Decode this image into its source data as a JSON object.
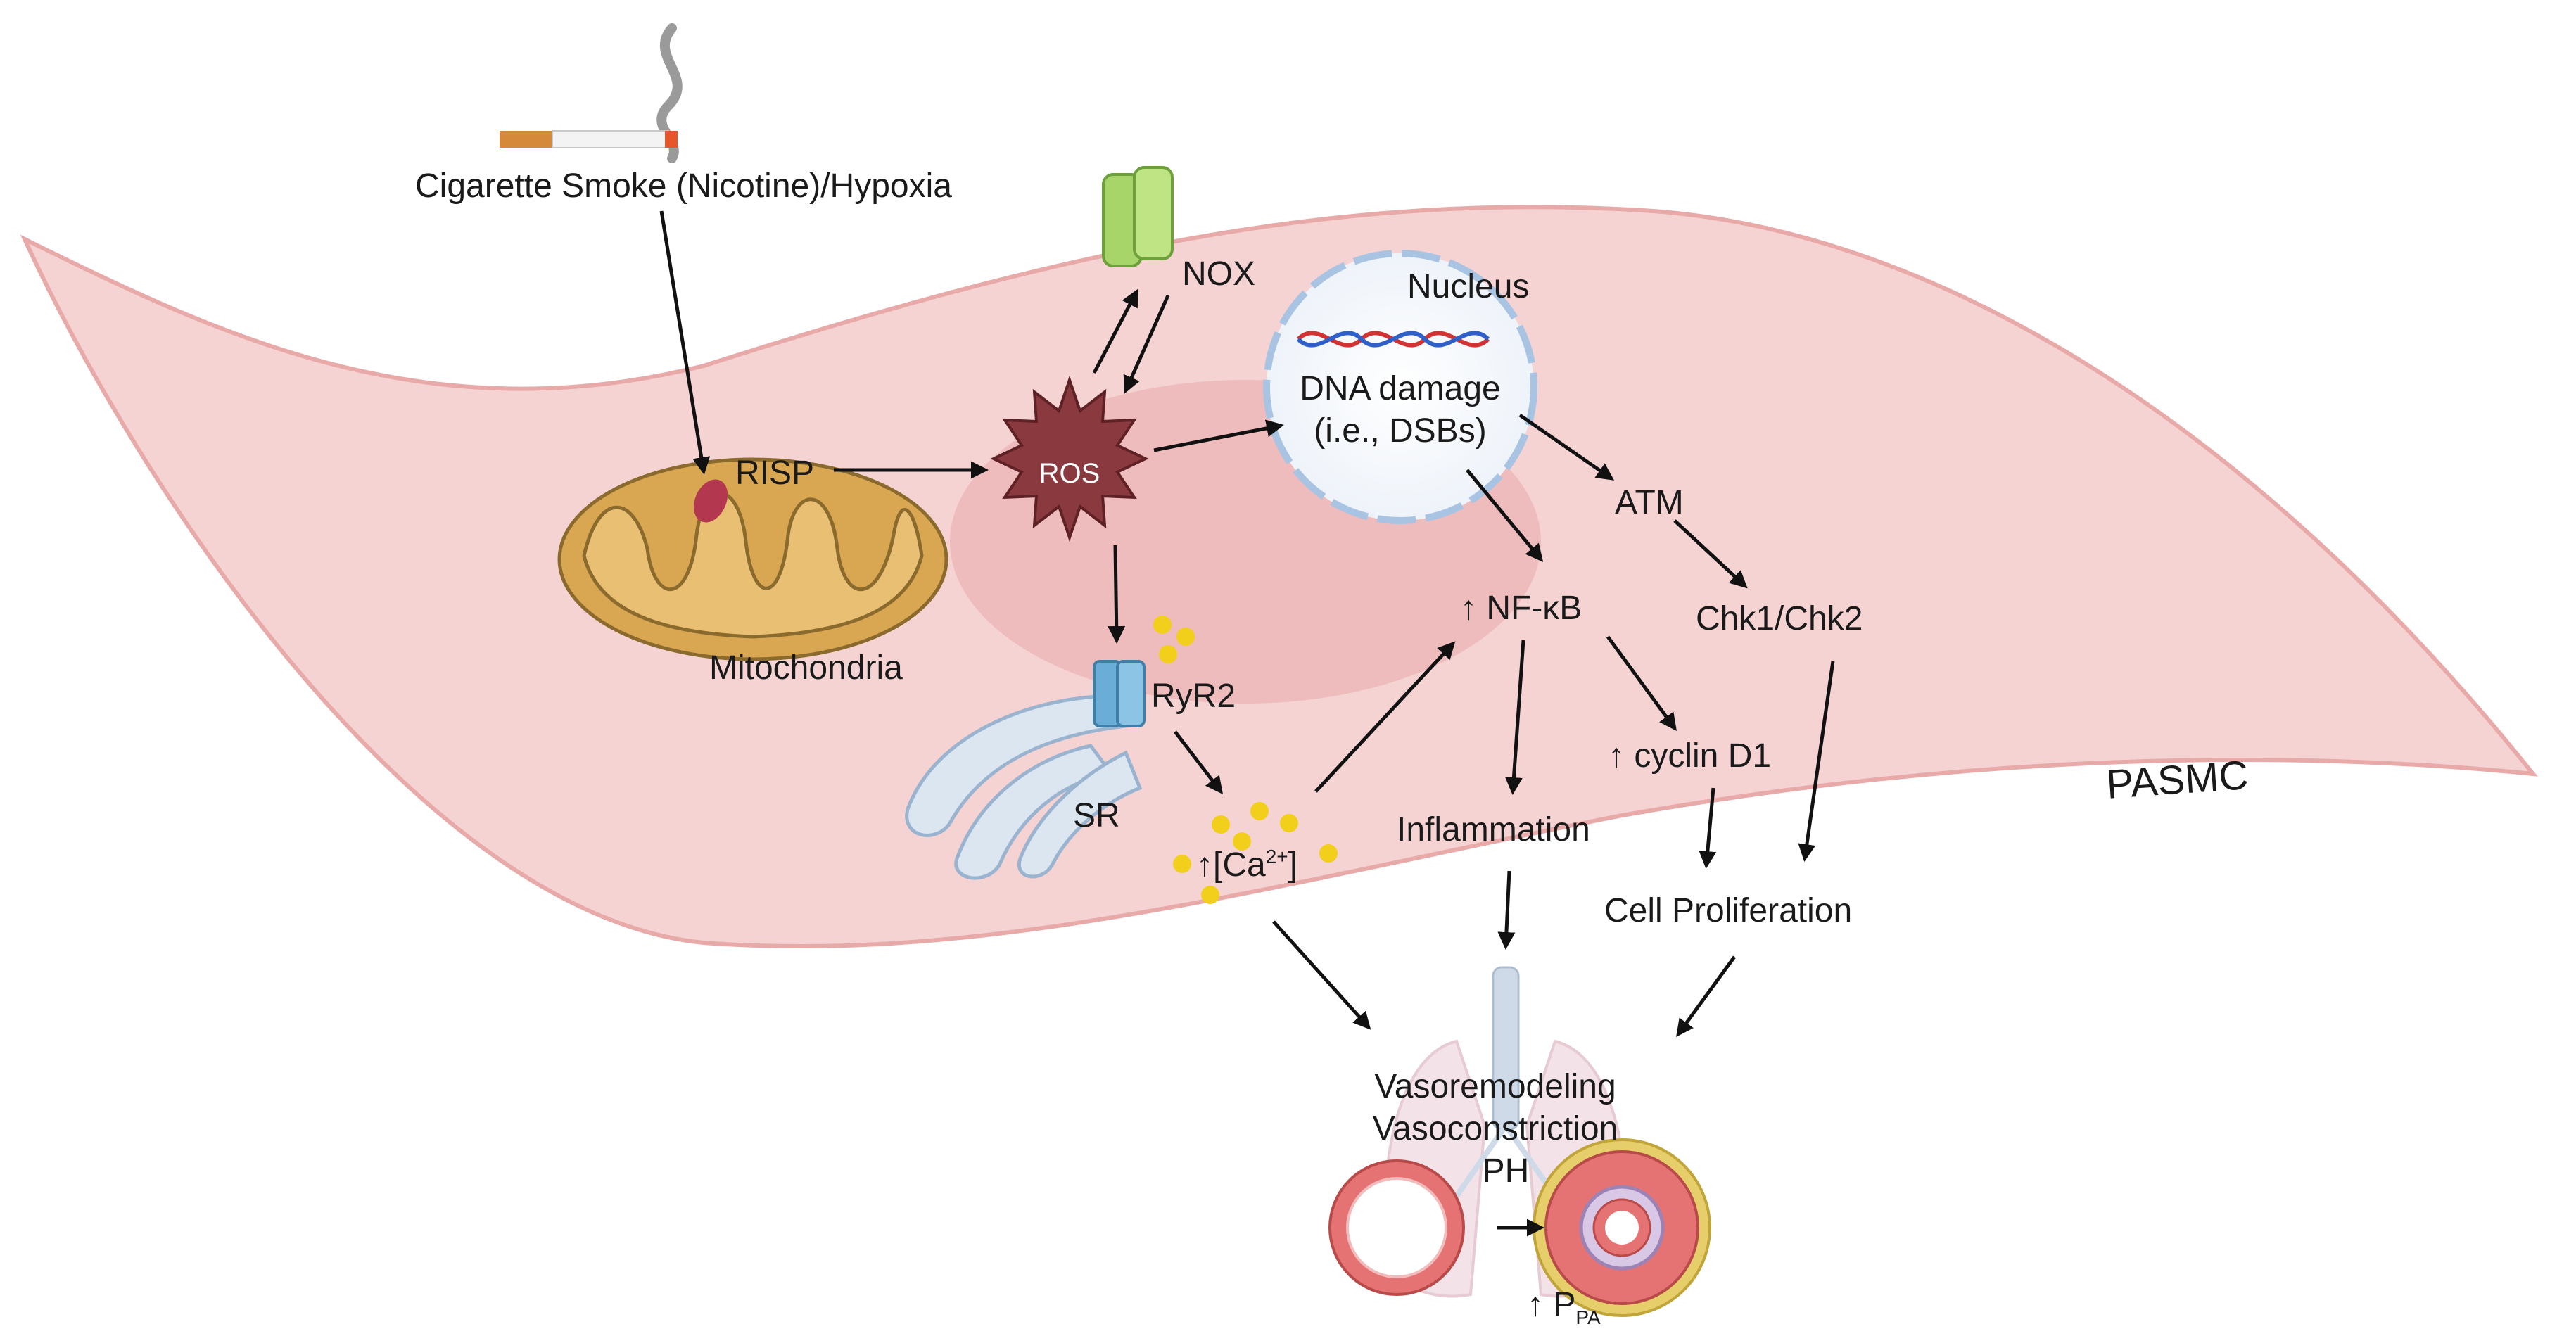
{
  "labels": {
    "trigger": "Cigarette Smoke (Nicotine)/Hypoxia",
    "nox": "NOX",
    "nucleus": "Nucleus",
    "dna_damage_line1": "DNA damage",
    "dna_damage_line2": "(i.e., DSBs)",
    "risp": "RISP",
    "ros": "ROS",
    "atm": "ATM",
    "mitochondria": "Mitochondria",
    "nfkb": "↑ NF-κB",
    "chk": "Chk1/Chk2",
    "ryr2": "RyR2",
    "sr": "SR",
    "cyclin": "↑ cyclin D1",
    "inflammation": "Inflammation",
    "pasmc": "PASMC",
    "calcium_prefix": "↑[Ca",
    "calcium_sup": "2+",
    "calcium_suffix": "]",
    "cell_proliferation": "Cell Proliferation",
    "vasoremodeling": "Vasoremodeling",
    "vasoconstriction": "Vasoconstriction",
    "ph": "PH",
    "ppa_prefix": "↑ P",
    "ppa_sub": "PA"
  },
  "colors": {
    "cell_fill": "#f6d3d3",
    "cell_stroke": "#e8a9a9",
    "inner_zone": "#eebcbc",
    "mitochondria": "#d9a652",
    "mito_inner": "#e9bf73",
    "risp": "#b3384f",
    "ros": "#8a3a3e",
    "nox": "#a8d56a",
    "ryr2": "#6aaed8",
    "sr": "#dbe6f1",
    "calcium": "#f1cf1b",
    "vessel": "#e57373",
    "lung": "#f1dde3",
    "arrow": "#111111"
  }
}
